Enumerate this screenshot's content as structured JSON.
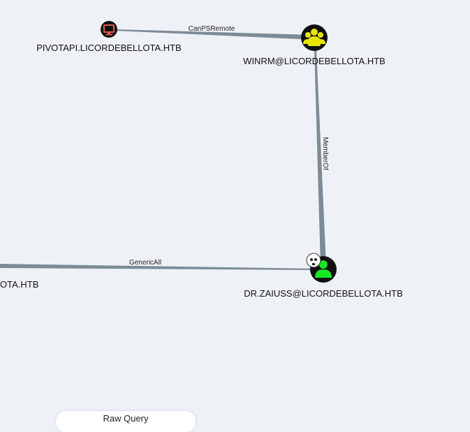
{
  "graph": {
    "nodes": {
      "pivotapi": {
        "label": "PIVOTAPI.LICORDEBELLOTA.HTB",
        "type": "computer-icon"
      },
      "winrm": {
        "label": "WINRM@LICORDEBELLOTA.HTB",
        "type": "group-icon"
      },
      "drzaiuss": {
        "label": "DR.ZAIUSS@LICORDEBELLOTA.HTB",
        "type": "user-icon"
      },
      "offscreen": {
        "label": "OTA.HTB"
      }
    },
    "edges": {
      "canpsremote": {
        "label": "CanPSRemote"
      },
      "memberof": {
        "label": "MemberOf"
      },
      "genericall": {
        "label": "GenericAll"
      }
    }
  },
  "bottom_bar": {
    "label": "Raw Query"
  },
  "colors": {
    "background": "#eef2f6",
    "edge": "#7d8b96",
    "computer_node": "#e8554e",
    "group_node": "#e6e600",
    "user_node": "#17e625",
    "owned_marker": "#ffffff"
  }
}
